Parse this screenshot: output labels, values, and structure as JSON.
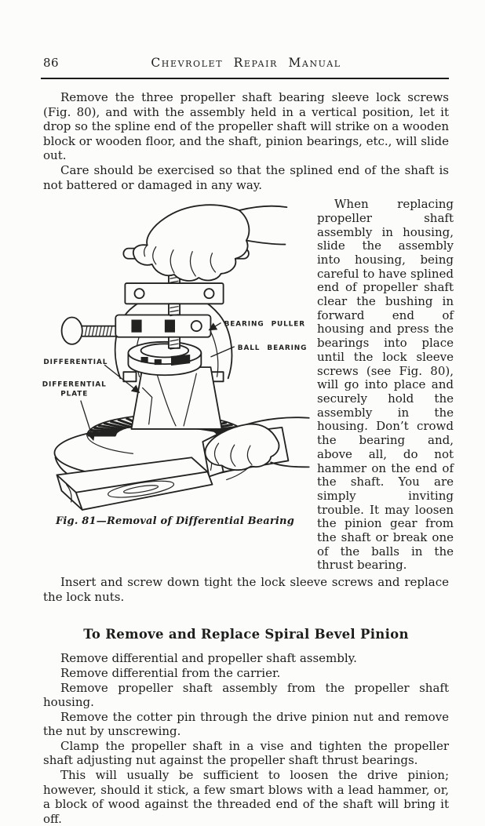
{
  "page": {
    "number": "86",
    "header_title": "Chevrolet Repair Manual"
  },
  "intro": {
    "para1": "Remove the three propeller shaft bearing sleeve lock screws (Fig. 80), and with the assembly held in a vertical position, let it drop so the spline end of the propeller shaft will strike on a wooden block or wooden floor, and the shaft, pinion bearings, etc., will slide out.",
    "para2": "Care should be exercised so that the splined end of the shaft is not battered or damaged in any way."
  },
  "side_text": "When replacing propeller shaft assembly in housing, slide the assembly into housing, being careful to have splined end of propeller shaft clear the bushing in forward end of housing and press the bearings into place until the lock sleeve screws (see Fig. 80), will go into place and securely hold the assembly in the housing. Don’t crowd the bearing and, above all, do not hammer on the end of the shaft. You are simply inviting trouble. It may loosen the pinion gear from the shaft or break one of the balls in the thrust bearing.",
  "figure": {
    "caption": "Fig. 81—Removal of Differential Bearing",
    "labels": {
      "bearing_puller": "BEARING PULLER",
      "ball_bearing": "BALL BEARING",
      "differential": "DIFFERENTIAL",
      "differential_plate_line1": "DIFFERENTIAL",
      "differential_plate_line2": "PLATE"
    }
  },
  "after_figure": "Insert and screw down tight the lock sleeve screws and replace the lock nuts.",
  "section": {
    "heading": "To Remove and Replace Spiral Bevel Pinion",
    "paragraphs": [
      "Remove differential and propeller shaft assembly.",
      "Remove differential from the carrier.",
      "Remove propeller shaft assembly from the propeller shaft housing.",
      "Remove the cotter pin through the drive pinion nut and remove the nut by unscrewing.",
      "Clamp the propeller shaft in a vise and tighten the propeller shaft adjusting nut against the propeller shaft thrust bearings.",
      "This will usually be sufficient to loosen the drive pinion; however, should it stick, a few smart blows with a lead hammer, or, a block of wood against the threaded end of the shaft will bring it off."
    ]
  },
  "colors": {
    "paper": "#fcfcfb",
    "ink": "#1d1d1b"
  }
}
